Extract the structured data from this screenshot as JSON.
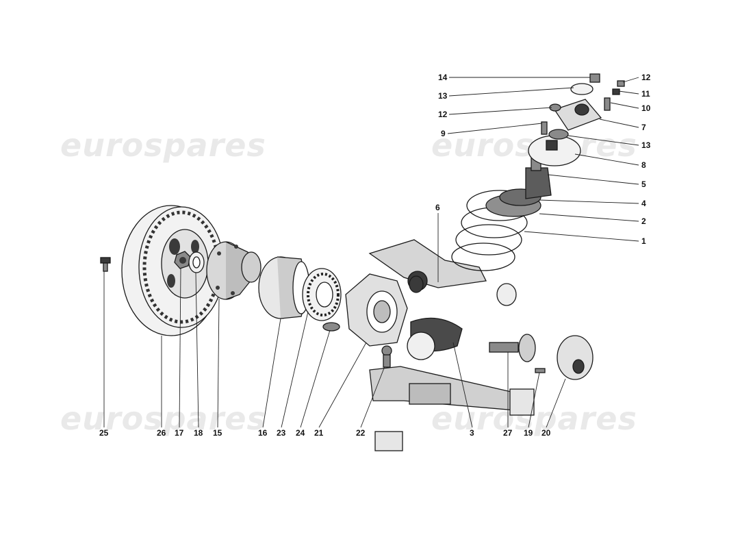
{
  "watermarks": [
    "eurospares",
    "eurospares",
    "eurospares",
    "eurospares"
  ],
  "callouts": {
    "c14": "14",
    "c13a": "13",
    "c12a": "12",
    "c9": "9",
    "c12b": "12",
    "c11": "11",
    "c10": "10",
    "c7": "7",
    "c13b": "13",
    "c8": "8",
    "c5": "5",
    "c4": "4",
    "c2": "2",
    "c1": "1",
    "c6": "6",
    "c25": "25",
    "c26": "26",
    "c17": "17",
    "c18": "18",
    "c15": "15",
    "c16": "16",
    "c23": "23",
    "c24": "24",
    "c21": "21",
    "c22": "22",
    "c3": "3",
    "c27": "27",
    "c19": "19",
    "c20": "20"
  }
}
